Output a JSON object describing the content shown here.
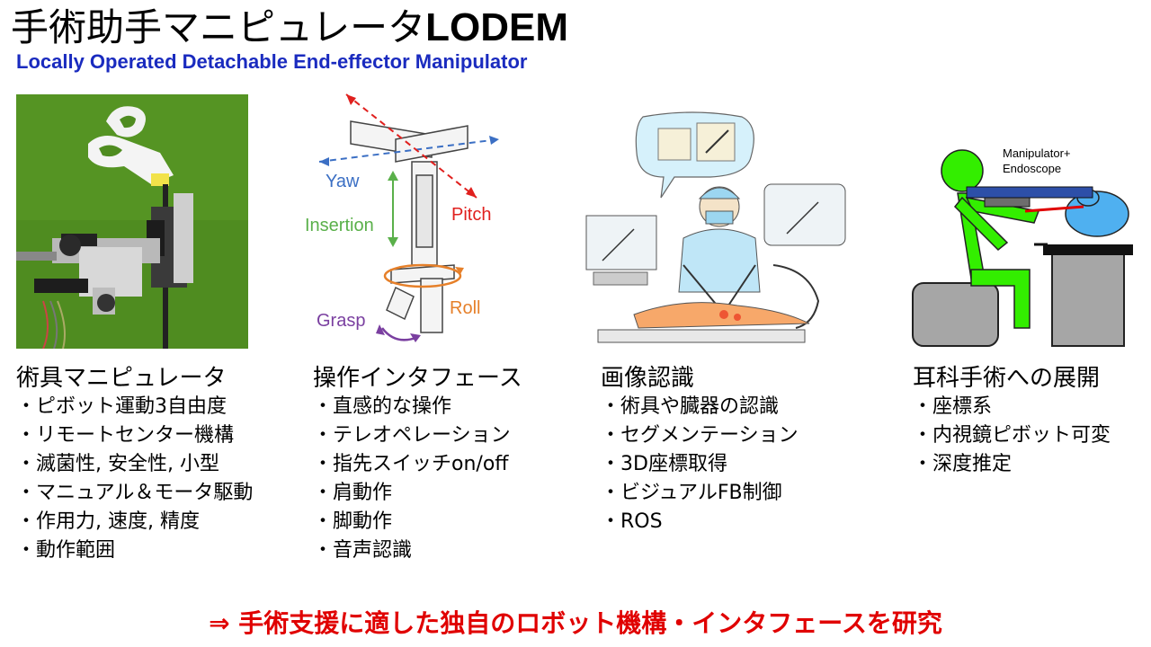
{
  "header": {
    "title_jp": "手術助手マニピュレータ",
    "title_en": "LODEM",
    "subtitle": "Locally Operated Detachable End-effector Manipulator"
  },
  "diagram_labels": {
    "yaw": "Yaw",
    "pitch": "Pitch",
    "insertion": "Insertion",
    "roll": "Roll",
    "grasp": "Grasp",
    "manipulator": "Manipulator+",
    "endoscope": "Endoscope"
  },
  "columns": [
    {
      "title": "術具マニピュレータ",
      "points": [
        "ピボット運動3自由度",
        "リモートセンター機構",
        "滅菌性, 安全性, 小型",
        "マニュアル＆モータ駆動",
        "作用力, 速度, 精度",
        "動作範囲"
      ]
    },
    {
      "title": "操作インタフェース",
      "points": [
        "直感的な操作",
        "テレオペレーション",
        "指先スイッチon/off",
        "肩動作",
        "脚動作",
        "音声認識"
      ]
    },
    {
      "title": "画像認識",
      "points": [
        "術具や臓器の認識",
        "セグメンテーション",
        "3D座標取得",
        "ビジュアルFB制御",
        "ROS"
      ]
    },
    {
      "title": "耳科手術への展開",
      "points": [
        "座標系",
        "内視鏡ピボット可変",
        "深度推定"
      ]
    }
  ],
  "bottom_message": "⇒ 手術支援に適した独自のロボット機構・インタフェースを研究",
  "colors": {
    "subtitle": "#1a2bbf",
    "bottom_message": "#e00000",
    "yaw": "#3b6fc4",
    "pitch": "#e0201e",
    "insertion": "#5ab04a",
    "roll": "#e6802a",
    "grasp": "#7a3fa0",
    "figure_green": "#33ee00"
  }
}
